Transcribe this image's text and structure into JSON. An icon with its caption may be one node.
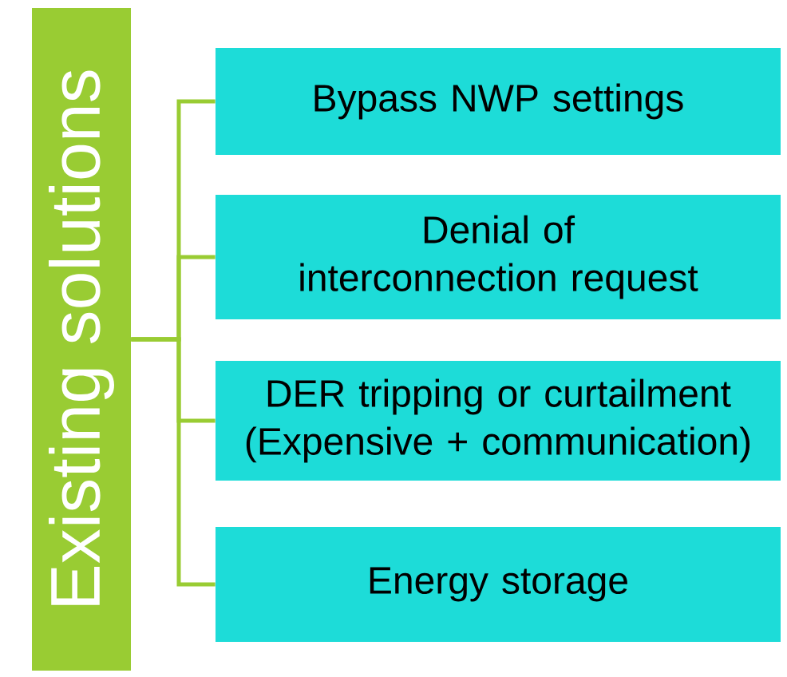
{
  "diagram": {
    "nodes": [
      {
        "text": [
          "Existing solutions"
        ]
      },
      {
        "text": [
          "Bypass NWP settings"
        ]
      },
      {
        "text": [
          "Denial of interconnection request"
        ]
      },
      {
        "text": [
          "DER tripping or curtailment (Expensive + communication)"
        ]
      },
      {
        "text": [
          "Energy storage"
        ]
      }
    ],
    "edges": [
      {
        "from": 0,
        "to": 1,
        "arrow": "none"
      },
      {
        "from": 0,
        "to": 2,
        "arrow": "none"
      },
      {
        "from": 0,
        "to": 3,
        "arrow": "none"
      },
      {
        "from": 0,
        "to": 4,
        "arrow": "none"
      }
    ]
  }
}
